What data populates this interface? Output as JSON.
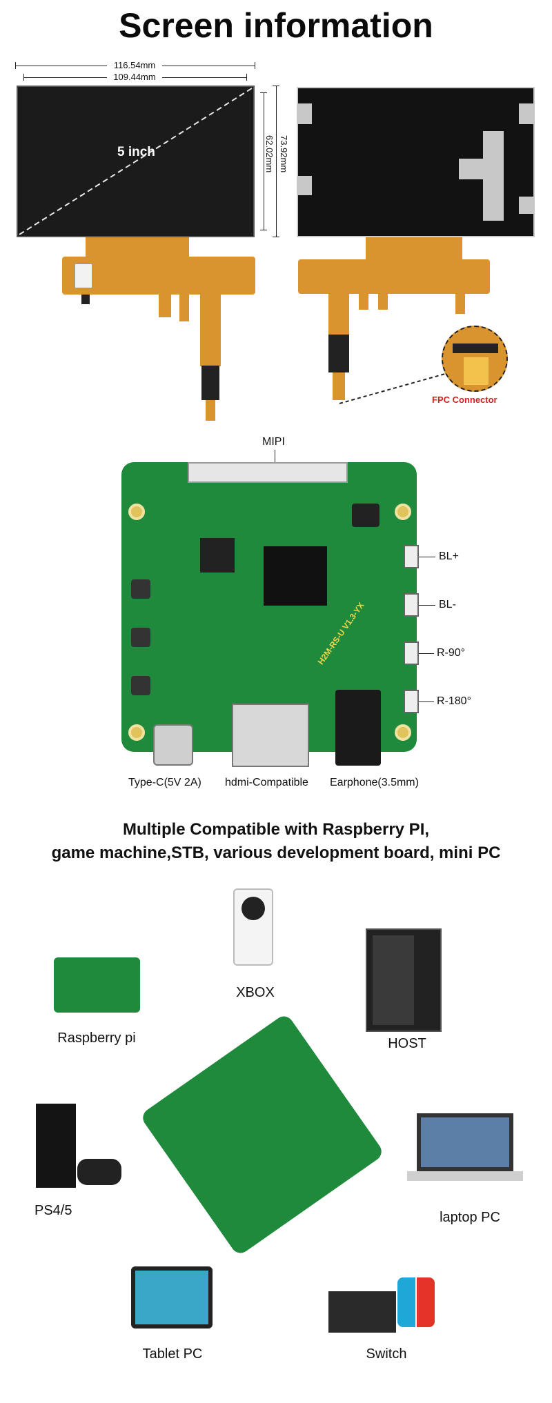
{
  "header": {
    "title": "Screen information"
  },
  "screen": {
    "width_outer": "116.54mm",
    "width_inner": "109.44mm",
    "height_outer": "73.92mm",
    "height_inner": "62.02mm",
    "diagonal": "5 inch",
    "connector_label": "FPC Connector"
  },
  "board": {
    "mipi": "MIPI",
    "bl_plus": "BL+",
    "bl_minus": "BL-",
    "r90": "R-90°",
    "r180": "R-180°",
    "typec": "Type-C(5V 2A)",
    "hdmi": "hdmi-Compatible",
    "earphone": "Earphone(3.5mm)",
    "chip_text": "H2M-RS-U V1.3-YX"
  },
  "compat": {
    "line1": "Multiple Compatible with Raspberry PI,",
    "line2": "game machine,STB, various development board, mini PC"
  },
  "devices": {
    "raspberry": "Raspberry pi",
    "xbox": "XBOX",
    "host": "HOST",
    "ps": "PS4/5",
    "laptop": "laptop PC",
    "tablet": "Tablet PC",
    "switch": "Switch"
  },
  "colors": {
    "accent_red": "#d81e1e",
    "board_green": "#1f8a3b",
    "fpc_orange": "#d9932f"
  }
}
